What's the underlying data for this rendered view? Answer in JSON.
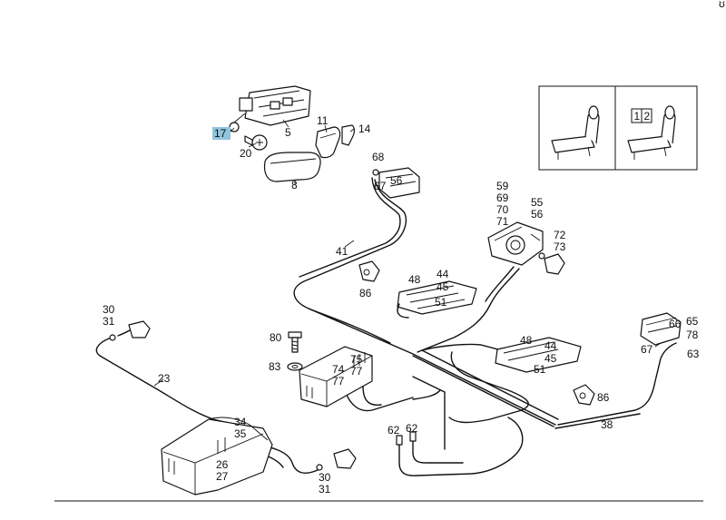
{
  "corner_mark": "ʊ",
  "callouts": [
    {
      "id": "c17",
      "text": "17",
      "highlighted": true
    },
    {
      "id": "c5",
      "text": "5"
    },
    {
      "id": "c11",
      "text": "11"
    },
    {
      "id": "c14",
      "text": "14"
    },
    {
      "id": "c20",
      "text": "20"
    },
    {
      "id": "c8",
      "text": "8"
    },
    {
      "id": "c68",
      "text": "68"
    },
    {
      "id": "c67a",
      "text": "67"
    },
    {
      "id": "c56a",
      "text": "56"
    },
    {
      "id": "c59",
      "text": "59"
    },
    {
      "id": "c69",
      "text": "69"
    },
    {
      "id": "c70",
      "text": "70"
    },
    {
      "id": "c71",
      "text": "71"
    },
    {
      "id": "c55a",
      "text": "55"
    },
    {
      "id": "c56b",
      "text": "56"
    },
    {
      "id": "c72",
      "text": "72"
    },
    {
      "id": "c73",
      "text": "73"
    },
    {
      "id": "c41",
      "text": "41"
    },
    {
      "id": "c48a",
      "text": "48"
    },
    {
      "id": "c44a",
      "text": "44"
    },
    {
      "id": "c45a",
      "text": "45"
    },
    {
      "id": "c51a",
      "text": "51"
    },
    {
      "id": "c86a",
      "text": "86"
    },
    {
      "id": "c30a",
      "text": "30"
    },
    {
      "id": "c31a",
      "text": "31"
    },
    {
      "id": "c80",
      "text": "80"
    },
    {
      "id": "c83",
      "text": "83"
    },
    {
      "id": "c75",
      "text": "75"
    },
    {
      "id": "c74",
      "text": "74"
    },
    {
      "id": "c77a",
      "text": "77"
    },
    {
      "id": "c77b",
      "text": "77"
    },
    {
      "id": "c48b",
      "text": "48"
    },
    {
      "id": "c44b",
      "text": "44"
    },
    {
      "id": "c45b",
      "text": "45"
    },
    {
      "id": "c51b",
      "text": "51"
    },
    {
      "id": "c86b",
      "text": "86"
    },
    {
      "id": "c66",
      "text": "66"
    },
    {
      "id": "c65",
      "text": "65"
    },
    {
      "id": "c78",
      "text": "78"
    },
    {
      "id": "c67b",
      "text": "67"
    },
    {
      "id": "c63",
      "text": "63"
    },
    {
      "id": "c23",
      "text": "23"
    },
    {
      "id": "c38",
      "text": "38"
    },
    {
      "id": "c62a",
      "text": "62"
    },
    {
      "id": "c62b",
      "text": "62"
    },
    {
      "id": "c34",
      "text": "34"
    },
    {
      "id": "c35",
      "text": "35"
    },
    {
      "id": "c26",
      "text": "26"
    },
    {
      "id": "c27",
      "text": "27"
    },
    {
      "id": "c30b",
      "text": "30"
    },
    {
      "id": "c31b",
      "text": "31"
    }
  ],
  "inset": {
    "left_panel": {
      "icon": "seat-icon"
    },
    "right_panel": {
      "icon": "seat-memory-icon",
      "box_1": "1",
      "box_2": "2"
    }
  },
  "colors": {
    "highlight": "#8fc4de",
    "line": "#111111"
  }
}
